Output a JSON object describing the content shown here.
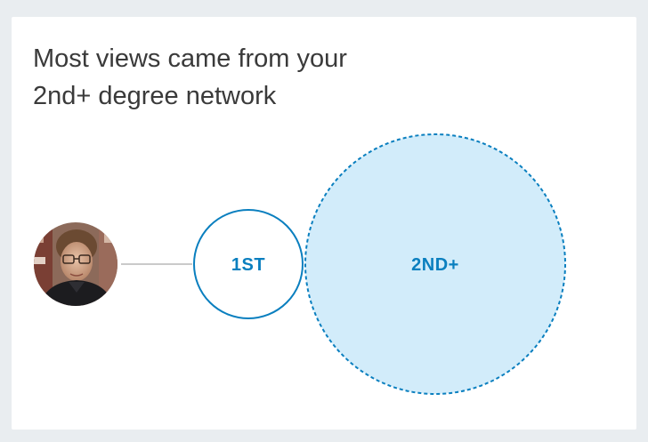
{
  "insight": {
    "headline_line1": "Most views came from your",
    "headline_line2": "2nd+ degree network"
  },
  "network": {
    "first_degree_label": "1ST",
    "second_degree_label": "2ND+"
  },
  "colors": {
    "accent": "#0a7fbf",
    "second_degree_fill": "#d2ecfa",
    "connector": "#b9b9b9",
    "text": "#3a3a3a",
    "page_background": "#e9edf0"
  },
  "icons": {
    "avatar": "profile-photo-avatar"
  }
}
